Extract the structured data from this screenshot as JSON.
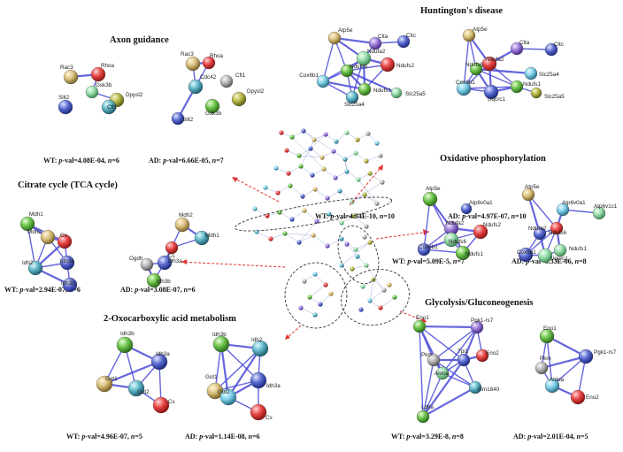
{
  "colors": {
    "node_edge": "#4a4ad8",
    "arrow": "#e53030"
  },
  "panels": {
    "huntington": {
      "title": "Huntington's disease",
      "wt": {
        "prefix": "WT: ",
        "pval": "p",
        "rest": "-val=4.34E-10, ",
        "n": "n",
        "nval": "=10"
      },
      "ad": {
        "prefix": "AD: ",
        "pval": "p",
        "rest": "-val=4.97E-07, ",
        "n": "n",
        "nval": "=10"
      }
    },
    "axon": {
      "title": "Axon guidance",
      "wt": {
        "prefix": "WT: ",
        "pval": "p",
        "rest": "-val=4.08E-04, ",
        "n": "n",
        "nval": "=6"
      },
      "ad": {
        "prefix": "AD: ",
        "pval": "p",
        "rest": "-val=6.66E-05, ",
        "n": "n",
        "nval": "=7"
      }
    },
    "tca": {
      "title": "Citrate cycle (TCA cycle)",
      "wt": {
        "prefix": "WT: ",
        "pval": "p",
        "rest": "-val=2.94E-07, ",
        "n": "n",
        "nval": "=6"
      },
      "ad": {
        "prefix": "AD: ",
        "pval": "p",
        "rest": "-val=3.08E-07, ",
        "n": "n",
        "nval": "=6"
      }
    },
    "oxphos": {
      "title": "Oxidative phosphorylation",
      "wt": {
        "prefix": "WT: ",
        "pval": "p",
        "rest": "-val=5.09E-5, ",
        "n": "n",
        "nval": "=7"
      },
      "ad": {
        "prefix": "AD: ",
        "pval": "p",
        "rest": "-val=6.33E-06, ",
        "n": "n",
        "nval": "=8"
      }
    },
    "oxo": {
      "title": "2-Oxocarboxylic acid metabolism",
      "wt": {
        "prefix": "WT: ",
        "pval": "p",
        "rest": "-val=4.96E-07, ",
        "n": "n",
        "nval": "=5"
      },
      "ad": {
        "prefix": "AD: ",
        "pval": "p",
        "rest": "-val=1.14E-08, ",
        "n": "n",
        "nval": "=6"
      }
    },
    "glyco": {
      "title": "Glycolysis/Gluconeogenesis",
      "wt": {
        "prefix": "WT: ",
        "pval": "p",
        "rest": "-val=3.29E-8, ",
        "n": "n",
        "nval": "=8"
      },
      "ad": {
        "prefix": "AD: ",
        "pval": "p",
        "rest": "-val=2.01E-04, ",
        "n": "n",
        "nval": "=5"
      }
    }
  },
  "genes": {
    "hd_wt": [
      "Atp5e",
      "Clta",
      "Cltc",
      "Ndufa2",
      "Ndufs6",
      "Ndufs2",
      "Cox6b1",
      "Ndufs1",
      "Slc25a4",
      "Slc25a5"
    ],
    "hd_ad": [
      "Atp5e",
      "Clta",
      "Cltc",
      "Ndufa2",
      "Ndufs6",
      "Slc25a4",
      "Cox6b1",
      "Uqcrc1",
      "Ndufs1",
      "Slc25a5"
    ],
    "ax_wt": [
      "Rac3",
      "Rhoa",
      "Gsk3b",
      "Dpysl2",
      "Slit2",
      "Cfl1"
    ],
    "ax_ad": [
      "Rac3",
      "Rhoa",
      "Cdc42",
      "Cfl1",
      "Dpysl2",
      "Gsk3b",
      "Slit2"
    ],
    "tca_wt": [
      "Mdh1",
      "Mdh2",
      "Cs",
      "Idh2",
      "Idh3a",
      "Idh3b"
    ],
    "tca_ad": [
      "Mdh2",
      "Mdh1",
      "Cs",
      "Ogdh",
      "Idh3a",
      "Idh3b"
    ],
    "ox_wt": [
      "Atp5e",
      "Atp6v0a1",
      "Ndufa2",
      "Ndufs2",
      "Ndufs6",
      "Cox6b1",
      "Ndufs1"
    ],
    "ox_ad": [
      "Atp5e",
      "Atp6v0a1",
      "Atp6v1c1",
      "Ndufa2",
      "Ndufs6",
      "Ndufs1",
      "Cox6b1",
      "Uqcrc1"
    ],
    "oxo_wt": [
      "Idh3b",
      "Idh3a",
      "Got1",
      "Got2",
      "Cs"
    ],
    "oxo_ad": [
      "Idh3b",
      "Idh2",
      "Got1",
      "Idh3a",
      "Got2",
      "Cs"
    ],
    "gl_wt": [
      "Eno1",
      "Pgk1-rs7",
      "Pkm",
      "Tpi1",
      "Eno2",
      "Aldoa",
      "Gm1840",
      "Ldha"
    ],
    "gl_ad": [
      "Eno1",
      "Pgk1-rs7",
      "Pkm",
      "Aldoa",
      "Eno2"
    ]
  }
}
